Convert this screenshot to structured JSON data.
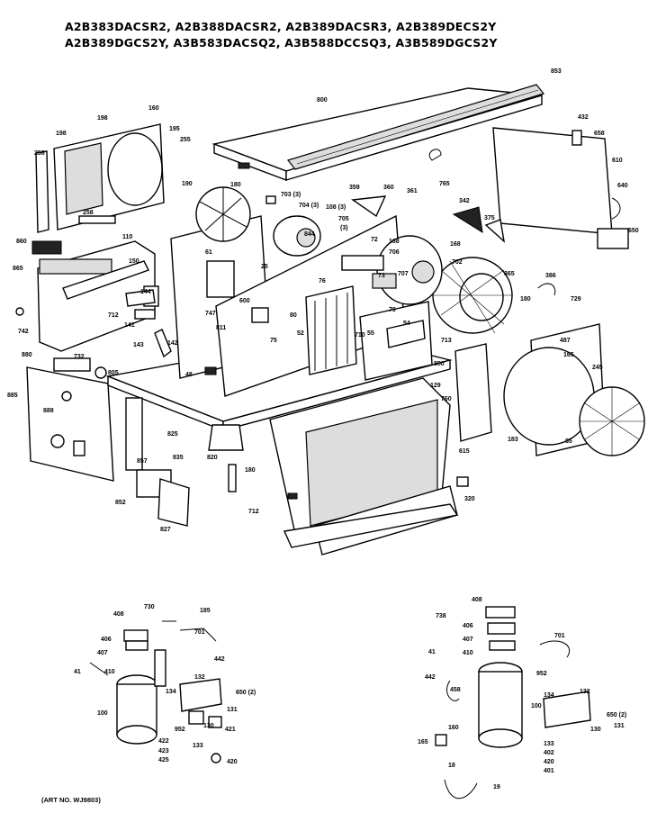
{
  "header": {
    "line1": "A2B383DACSR2, A2B388DACSR2, A2B389DACSR3, A2B389DECS2Y",
    "line2": "A2B389DGCS2Y, A3B583DACSQ2, A3B588DCCSQ3, A3B589DGCS2Y"
  },
  "art_number": "(ART NO. WJ9803)",
  "callouts": {
    "c853": "853",
    "c800": "800",
    "c160": "160",
    "c198": "198",
    "c195": "195",
    "c255": "255",
    "c256": "256",
    "c258": "258",
    "c110": "110",
    "c860": "860",
    "c865": "865",
    "c150": "150",
    "c742a": "742",
    "c712": "712",
    "c144": "144",
    "c141": "141",
    "c142": "142",
    "c143": "143",
    "c880": "880",
    "c732": "732",
    "c885": "885",
    "c888": "888",
    "c805": "805",
    "c825": "825",
    "c835": "835",
    "c857": "857",
    "c852": "852",
    "c827": "827",
    "c820": "820",
    "c190": "190",
    "c180": "180",
    "c703": "703 (3)",
    "c704": "704 (3)",
    "c108": "108 (3)",
    "c705": "705",
    "c705b": "(3)",
    "c61": "61",
    "c25": "25",
    "c747": "747",
    "c811": "811",
    "c844": "844",
    "c600": "600",
    "c80": "80",
    "c75": "75",
    "c76": "76",
    "c52": "52",
    "c72": "72",
    "c73": "73",
    "c79": "79",
    "c54": "54",
    "c55": "55",
    "c710": "710",
    "c713": "713",
    "c850": "850",
    "c48": "48",
    "c359": "359",
    "c360": "360",
    "c361": "361",
    "c765": "765",
    "c342": "342",
    "c375": "375",
    "c168": "168",
    "c168b": "168",
    "c702": "702",
    "c707": "707",
    "c706": "706",
    "c180b": "180",
    "c386": "386",
    "c729": "729",
    "c365": "365",
    "c432": "432",
    "c658": "658",
    "c610": "610",
    "c640": "640",
    "c650": "650",
    "c487": "487",
    "c165": "165",
    "c245": "245",
    "c129": "129",
    "c760": "760",
    "c615": "615",
    "c320": "320",
    "c712b": "712",
    "c180c": "180",
    "c183": "183",
    "c85": "85",
    "c185": "185",
    "c730": "730",
    "c408": "408",
    "c406": "406",
    "c407": "407",
    "c410": "410",
    "c41": "41",
    "c100": "100",
    "c134": "134",
    "c130": "130",
    "c132": "132",
    "c442": "442",
    "c701": "701",
    "c650b": "650 (2)",
    "c131": "131",
    "c952": "952",
    "c133": "133",
    "c421": "421",
    "c422": "422",
    "c420": "420",
    "c423": "423",
    "c425": "425",
    "c408b": "408",
    "c406b": "406",
    "c407b": "407",
    "c410b": "410",
    "c738": "738",
    "c41b": "41",
    "c442b": "442",
    "c701b": "701",
    "c952b": "952",
    "c100b": "100",
    "c134b": "134",
    "c132b": "132",
    "c650c": "650 (2)",
    "c131b": "131",
    "c130b": "130",
    "c133b": "133",
    "c402": "402",
    "c420b": "420",
    "c401": "401",
    "c165b": "165",
    "c160b": "160",
    "c458": "458",
    "c18": "18",
    "c19": "19"
  }
}
